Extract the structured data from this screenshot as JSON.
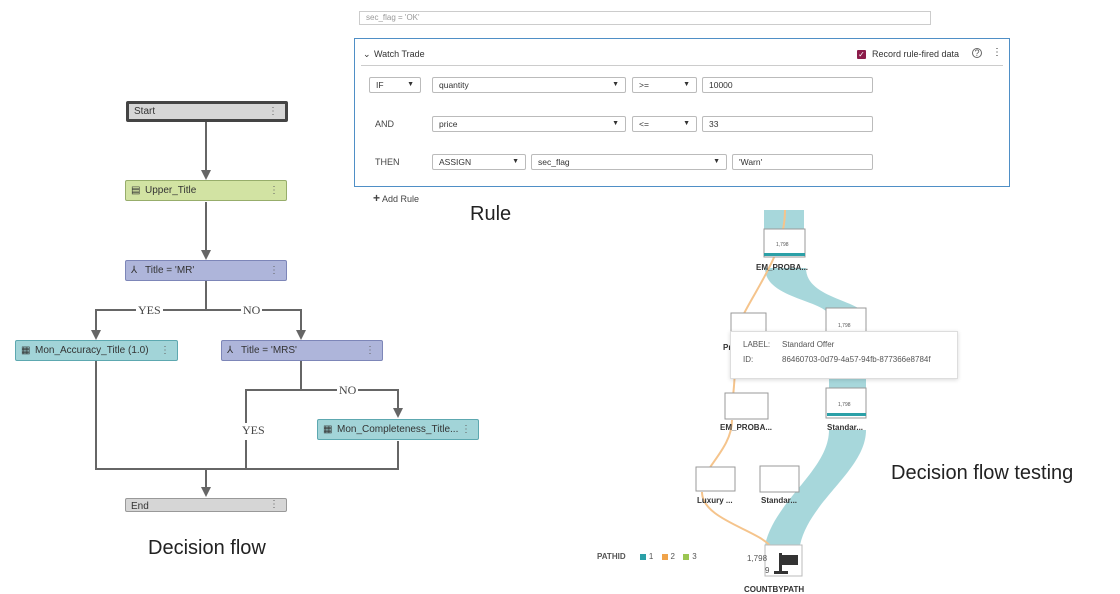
{
  "decision_flow": {
    "nodes": {
      "start": "Start",
      "upper_title": "Upper_Title",
      "cond_mr": "Title = 'MR'",
      "mon_accuracy": "Mon_Accuracy_Title (1.0)",
      "cond_mrs": "Title = 'MRS'",
      "mon_completeness": "Mon_Completeness_Title...",
      "end": "End"
    },
    "branches": {
      "yes1": "YES",
      "no1": "NO",
      "no2": "NO",
      "yes2": "YES"
    },
    "kebab": "⋮",
    "caption": "Decision flow"
  },
  "rule": {
    "condition_value": "sec_flag = 'OK'",
    "panel_title": "Watch Trade",
    "record_label": "Record rule-fired data",
    "help_icon": "question-circle-icon",
    "menu_icon": "⋮",
    "rows": [
      {
        "keyword": "IF",
        "field": "quantity",
        "operator": ">=",
        "value": "10000"
      },
      {
        "keyword": "AND",
        "field": "price",
        "operator": "<=",
        "value": "33"
      },
      {
        "keyword": "THEN",
        "action": "ASSIGN",
        "field": "sec_flag",
        "value": "'Warn'"
      }
    ],
    "add_rule": "Add Rule",
    "caption": "Rule"
  },
  "flow_testing": {
    "nodes": {
      "em_proba_top": "EM_PROBA...",
      "pr": "Pr",
      "em_proba_mid": "EM_PROBA...",
      "standar_mid": "Standar...",
      "luxury": "Luxury ...",
      "standar_low": "Standar...",
      "countbypath": "COUNTBYPATH"
    },
    "counts": {
      "top": "1,798",
      "right": "1,798",
      "right2": "1,798",
      "bottom_total": "1,798",
      "bottom_small": "9"
    },
    "tooltip": {
      "label_key": "LABEL:",
      "label_value": "Standard Offer",
      "id_key": "ID:",
      "id_value": "86460703-0d79-4a57-94fb-877366e8784f"
    },
    "legend": {
      "title": "PATHID",
      "items": [
        {
          "label": "1",
          "color": "#2ba0a7"
        },
        {
          "label": "2",
          "color": "#f0a34a"
        },
        {
          "label": "3",
          "color": "#9bc651"
        }
      ]
    },
    "colors": {
      "path1": "#a7d7db",
      "path2": "#f5c48c"
    },
    "caption": "Decision flow testing"
  }
}
